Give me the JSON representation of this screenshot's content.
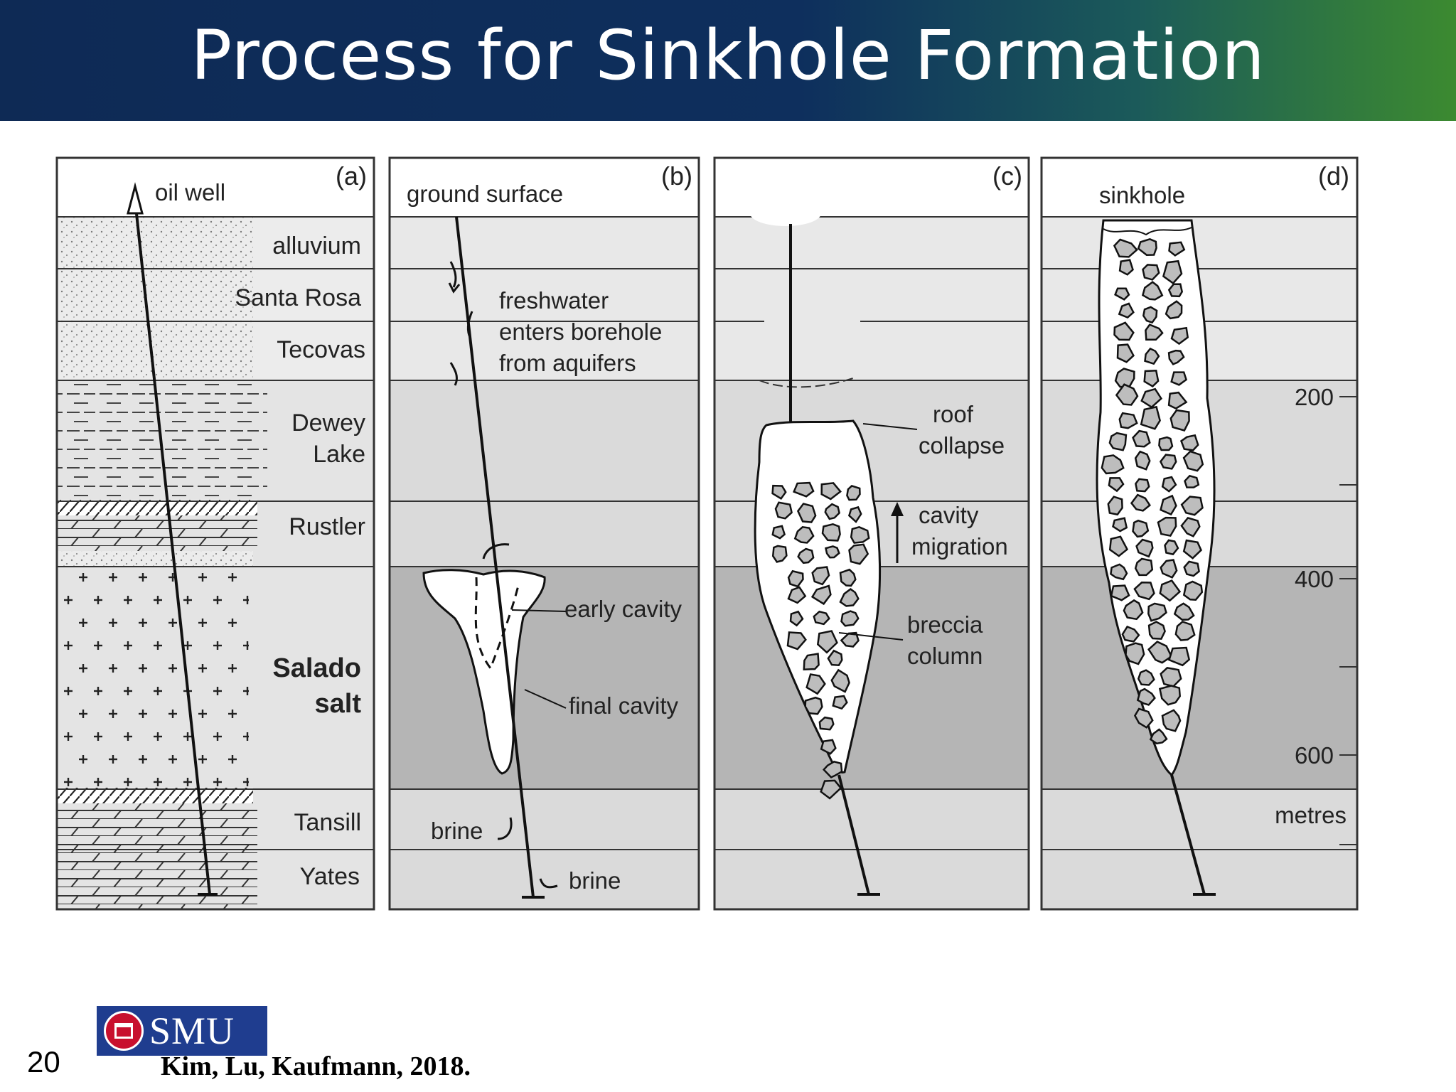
{
  "header": {
    "title": "Process for Sinkhole Formation"
  },
  "panels": {
    "a": {
      "tag": "(a)",
      "top_label": "oil well",
      "strata_labels": [
        {
          "key": "alluvium",
          "lines": [
            "alluvium"
          ]
        },
        {
          "key": "santa-rosa",
          "lines": [
            "Santa Rosa"
          ]
        },
        {
          "key": "tecovas",
          "lines": [
            "Tecovas"
          ]
        },
        {
          "key": "dewey-lake",
          "lines": [
            "Dewey",
            "Lake"
          ]
        },
        {
          "key": "rustler",
          "lines": [
            "Rustler"
          ]
        },
        {
          "key": "salado-salt",
          "lines": [
            "Salado",
            "salt"
          ]
        },
        {
          "key": "tansill",
          "lines": [
            "Tansill"
          ]
        },
        {
          "key": "yates",
          "lines": [
            "Yates"
          ]
        }
      ]
    },
    "b": {
      "tag": "(b)",
      "top_label": "ground surface",
      "annotations": {
        "freshwater": [
          "freshwater",
          "enters borehole",
          "from aquifers"
        ],
        "early_cavity": "early cavity",
        "final_cavity": "final cavity",
        "brine_1": "brine",
        "brine_2": "brine"
      }
    },
    "c": {
      "tag": "(c)",
      "annotations": {
        "roof_collapse": [
          "roof",
          "collapse"
        ],
        "cavity_migration": [
          "cavity",
          "migration"
        ],
        "breccia_column": [
          "breccia",
          "column"
        ]
      }
    },
    "d": {
      "tag": "(d)",
      "top_label": "sinkhole",
      "depth_ticks": [
        "200",
        "400",
        "600"
      ],
      "depth_unit": "metres"
    }
  },
  "footer": {
    "slide_number": "20",
    "logo_text": "SMU",
    "citation": "Kim, Lu, Kaufmann, 2018."
  }
}
